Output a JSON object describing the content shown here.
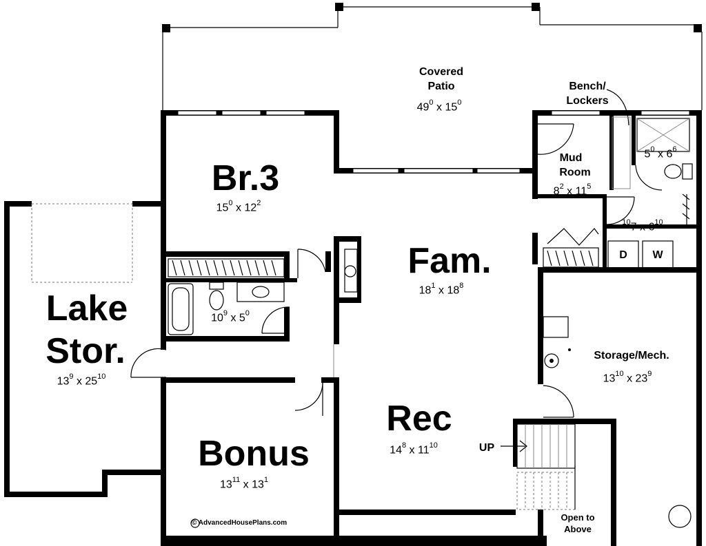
{
  "rooms": {
    "covered_patio": {
      "name_line1": "Covered",
      "name_line2": "Patio",
      "w_ft": "49",
      "w_in": "0",
      "d_ft": "15",
      "d_in": "0"
    },
    "bench": {
      "line1": "Bench/",
      "line2": "Lockers"
    },
    "mud_room": {
      "name_line1": "Mud",
      "name_line2": "Room",
      "w_ft": "8",
      "w_in": "2",
      "d_ft": "11",
      "d_in": "5"
    },
    "shower_bath": {
      "w_ft": "5",
      "w_in": "0",
      "d_ft": "6",
      "d_in": "6"
    },
    "laundry": {
      "w_ft": "7",
      "w_in": "10",
      "d_ft": "6",
      "d_in": "10",
      "dryer": "D",
      "washer": "W"
    },
    "br3": {
      "name": "Br.3",
      "w_ft": "15",
      "w_in": "0",
      "d_ft": "12",
      "d_in": "2"
    },
    "bath": {
      "w_ft": "10",
      "w_in": "9",
      "d_ft": "5",
      "d_in": "0"
    },
    "lake_stor": {
      "name_line1": "Lake",
      "name_line2": "Stor.",
      "w_ft": "13",
      "w_in": "9",
      "d_ft": "25",
      "d_in": "10"
    },
    "fam": {
      "name": "Fam.",
      "w_ft": "18",
      "w_in": "1",
      "d_ft": "18",
      "d_in": "8"
    },
    "storage_mech": {
      "name": "Storage/Mech.",
      "w_ft": "13",
      "w_in": "10",
      "d_ft": "23",
      "d_in": "9"
    },
    "rec": {
      "name": "Rec",
      "w_ft": "14",
      "w_in": "8",
      "d_ft": "11",
      "d_in": "10"
    },
    "bonus": {
      "name": "Bonus",
      "w_ft": "13",
      "w_in": "11",
      "d_ft": "13",
      "d_in": "1"
    }
  },
  "stairs": {
    "up_label": "UP",
    "open_line1": "Open to",
    "open_line2": "Above"
  },
  "copyright": "© AdvancedHousePlans.com"
}
